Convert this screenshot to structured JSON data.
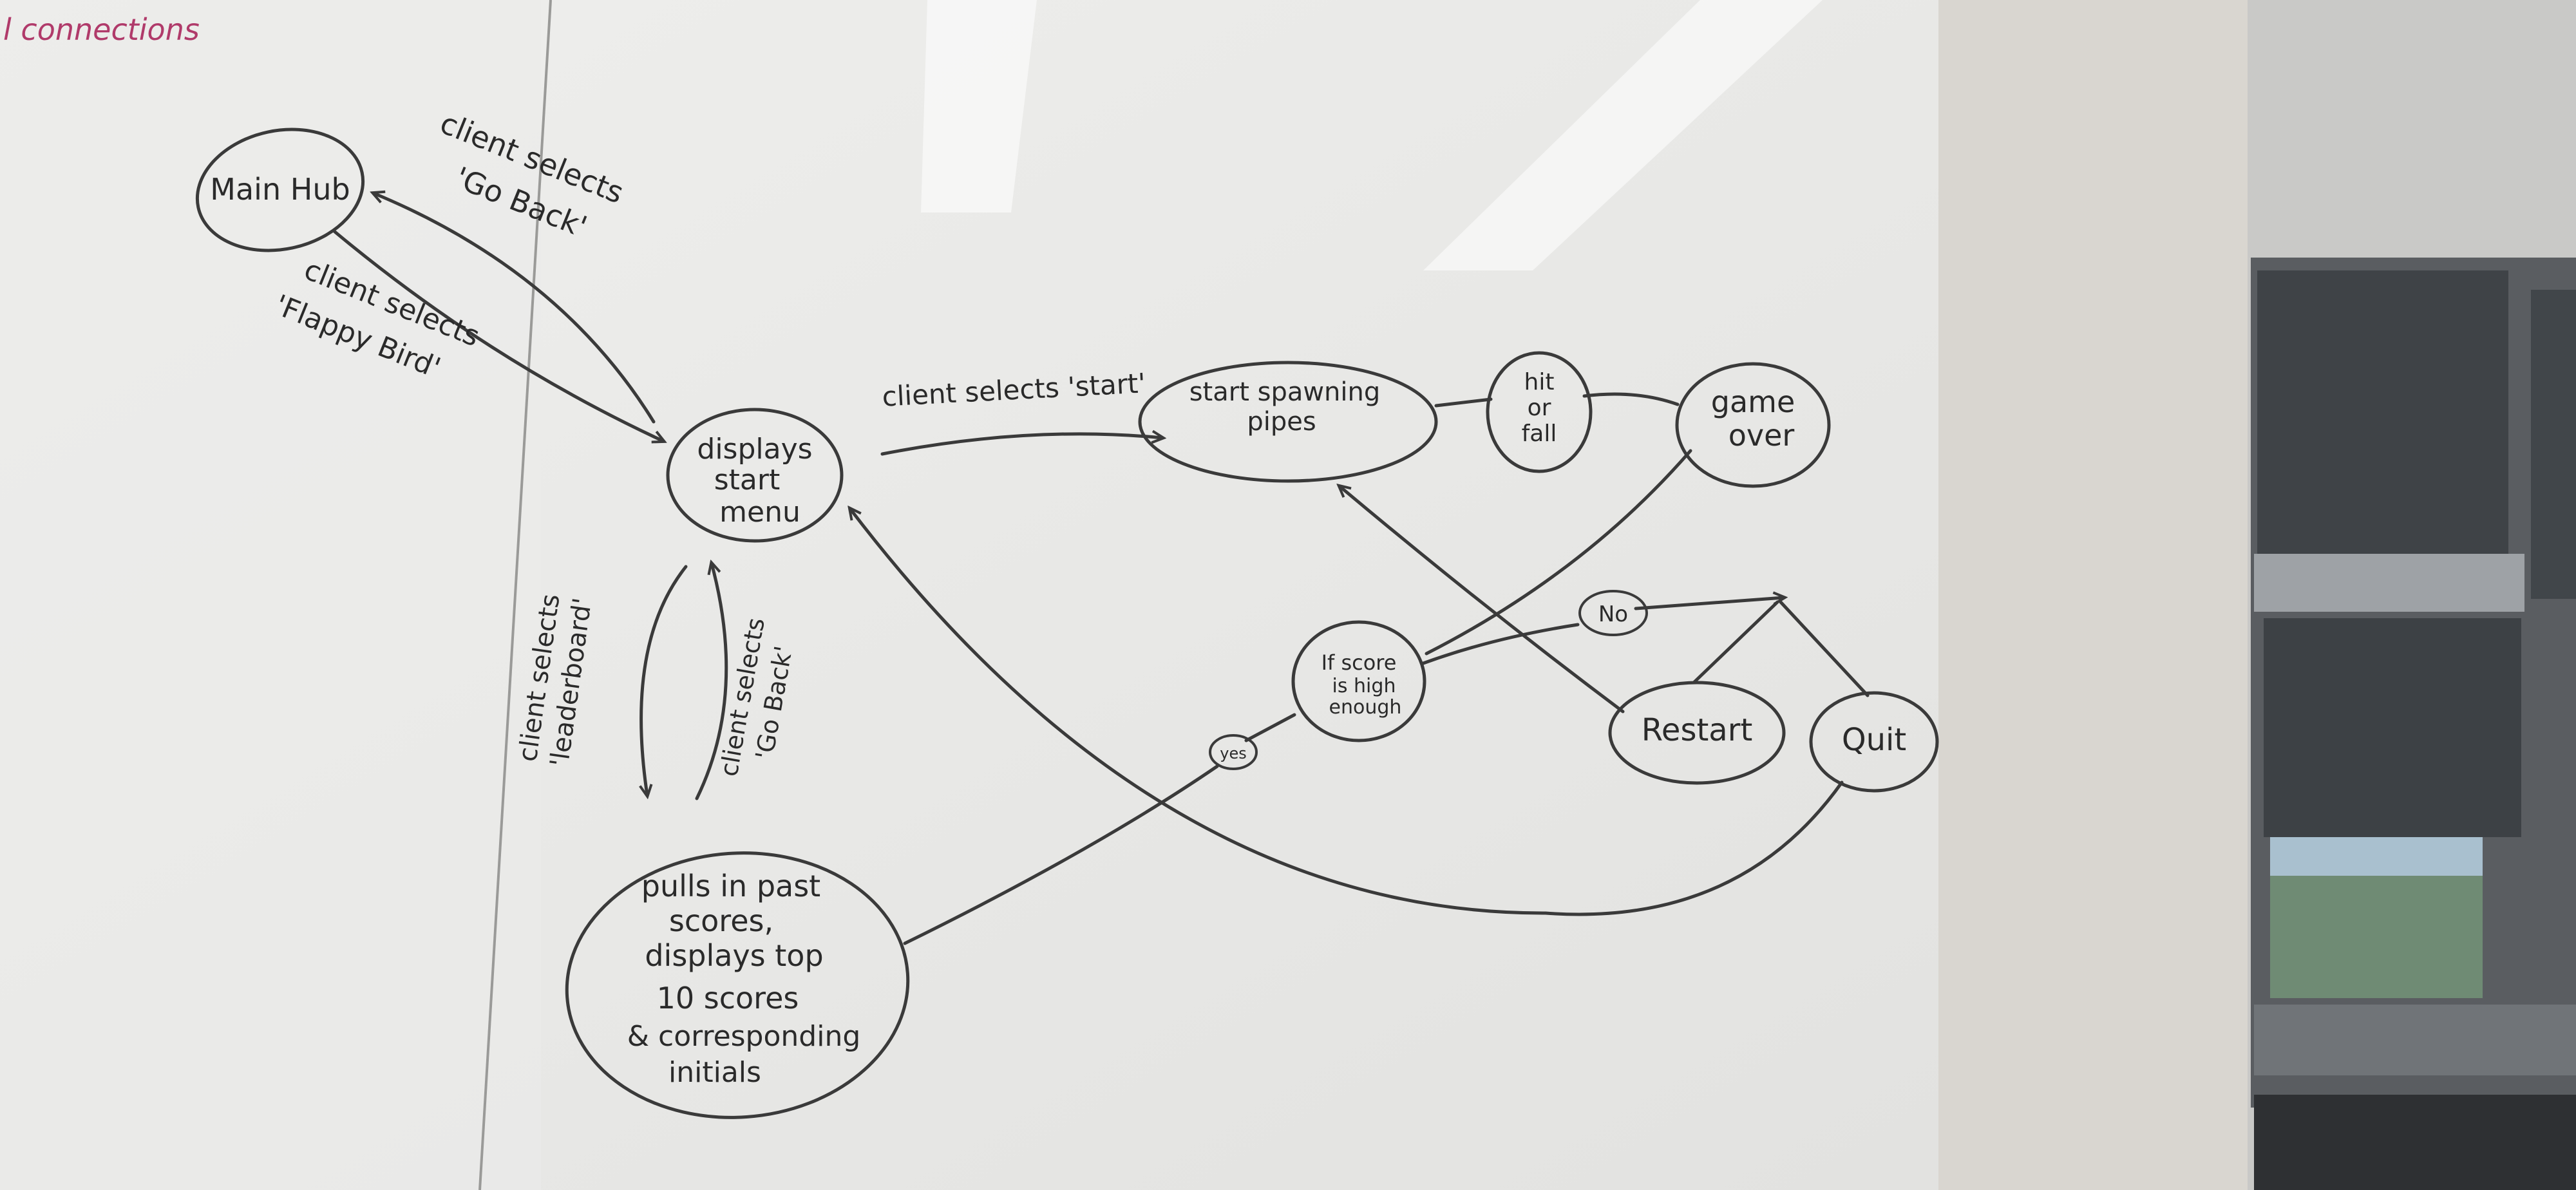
{
  "corner_note": "l connections",
  "nodes": {
    "main_hub": "Main Hub",
    "displays_start_menu": [
      "displays",
      "start",
      "menu"
    ],
    "start_spawning_pipes": [
      "start spawning",
      "pipes"
    ],
    "hit_or_fall": [
      "hit",
      "or",
      "fall"
    ],
    "game_over": [
      "game",
      "over"
    ],
    "if_score": [
      "If score",
      "is high",
      "enough"
    ],
    "restart": "Restart",
    "quit": "Quit",
    "leaderboard": [
      "pulls in past",
      "scores,",
      "displays top",
      "10 scores",
      "& corresponding",
      "initials"
    ]
  },
  "edges": {
    "go_back_top": [
      "client selects",
      "'Go Back'"
    ],
    "flappy_bird": [
      "client selects",
      "'Flappy Bird'"
    ],
    "select_start": "client selects 'start'",
    "select_leaderboard": [
      "client selects",
      "'leaderboard'"
    ],
    "go_back_bottom": [
      "client selects",
      "'Go Back'"
    ],
    "no": "No",
    "yes": "yes"
  }
}
